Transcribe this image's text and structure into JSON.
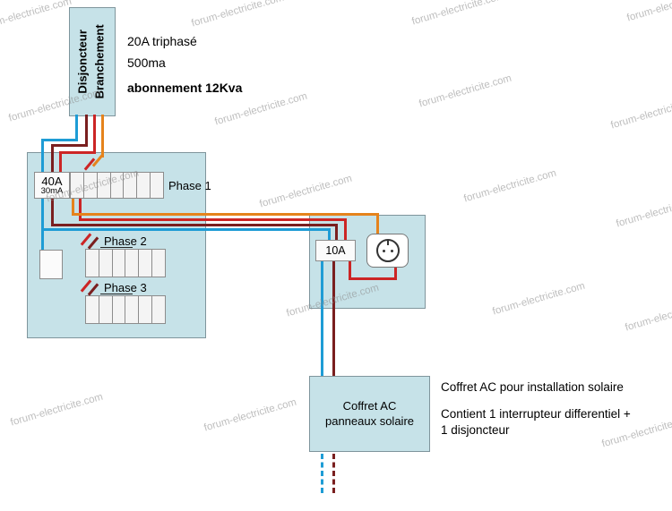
{
  "service_breaker": {
    "label_line1": "Disjoncteur",
    "label_line2": "Branchement",
    "spec_current": "20A triphasé",
    "spec_differential": "500ma",
    "spec_subscription": "abonnement 12Kva"
  },
  "main_panel": {
    "rcd_rating": "40A",
    "rcd_sensitivity": "30mA",
    "phase1_label": "Phase 1",
    "phase2_label": "Phase 2",
    "phase3_label": "Phase 3"
  },
  "solar_junction": {
    "breaker_rating": "10A"
  },
  "ac_box": {
    "label_line1": "Coffret AC",
    "label_line2": "panneaux solaire"
  },
  "notes": {
    "title": "Coffret AC pour installation solaire",
    "detail_line1": "Contient 1 interrupteur differentiel +",
    "detail_line2": "1 disjoncteur"
  },
  "watermark": {
    "text": "forum-electricite.com"
  },
  "colors": {
    "box_fill": "#c6e2e8",
    "box_border": "#7f959c",
    "wire_blue": "#1e9cd5",
    "wire_maroon": "#7a1f1f",
    "wire_red": "#cc2525",
    "wire_orange": "#e5831c"
  }
}
